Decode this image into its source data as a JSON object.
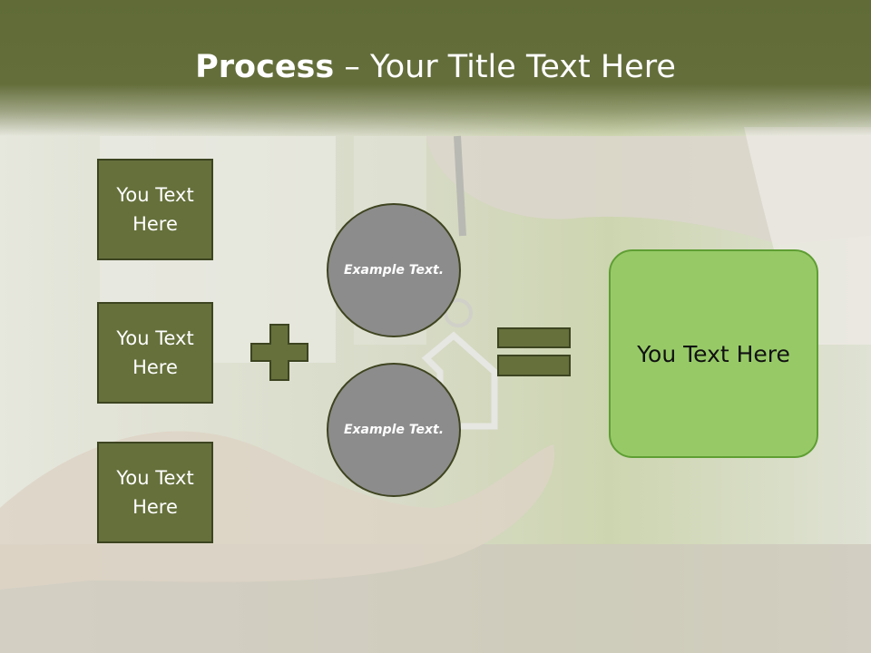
{
  "title": {
    "bold": "Process",
    "rest": " – Your Title Text Here"
  },
  "boxes": [
    "You Text Here",
    "You Text Here",
    "You Text Here"
  ],
  "circles": [
    "Example Text.",
    "Example Text."
  ],
  "result": "You Text Here",
  "colors": {
    "header": "#646e3b",
    "box_fill": "#65703b",
    "circle_fill": "#8c8c8c",
    "result_fill": "#97ca67"
  }
}
